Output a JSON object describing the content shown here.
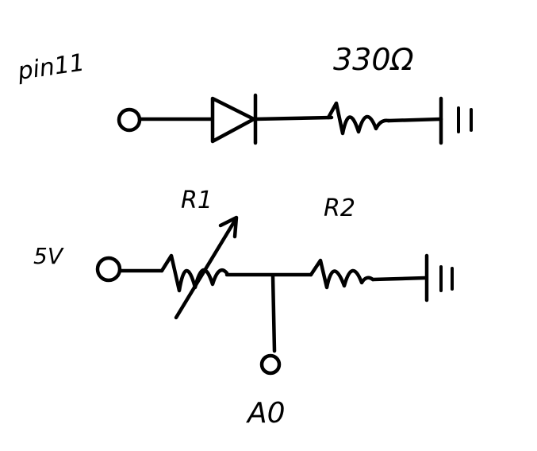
{
  "labels": {
    "pin": "pin11",
    "led_resistor": "330Ω",
    "supply": "5V",
    "r1": "R1",
    "r2": "R2",
    "analog_pin": "A0"
  }
}
